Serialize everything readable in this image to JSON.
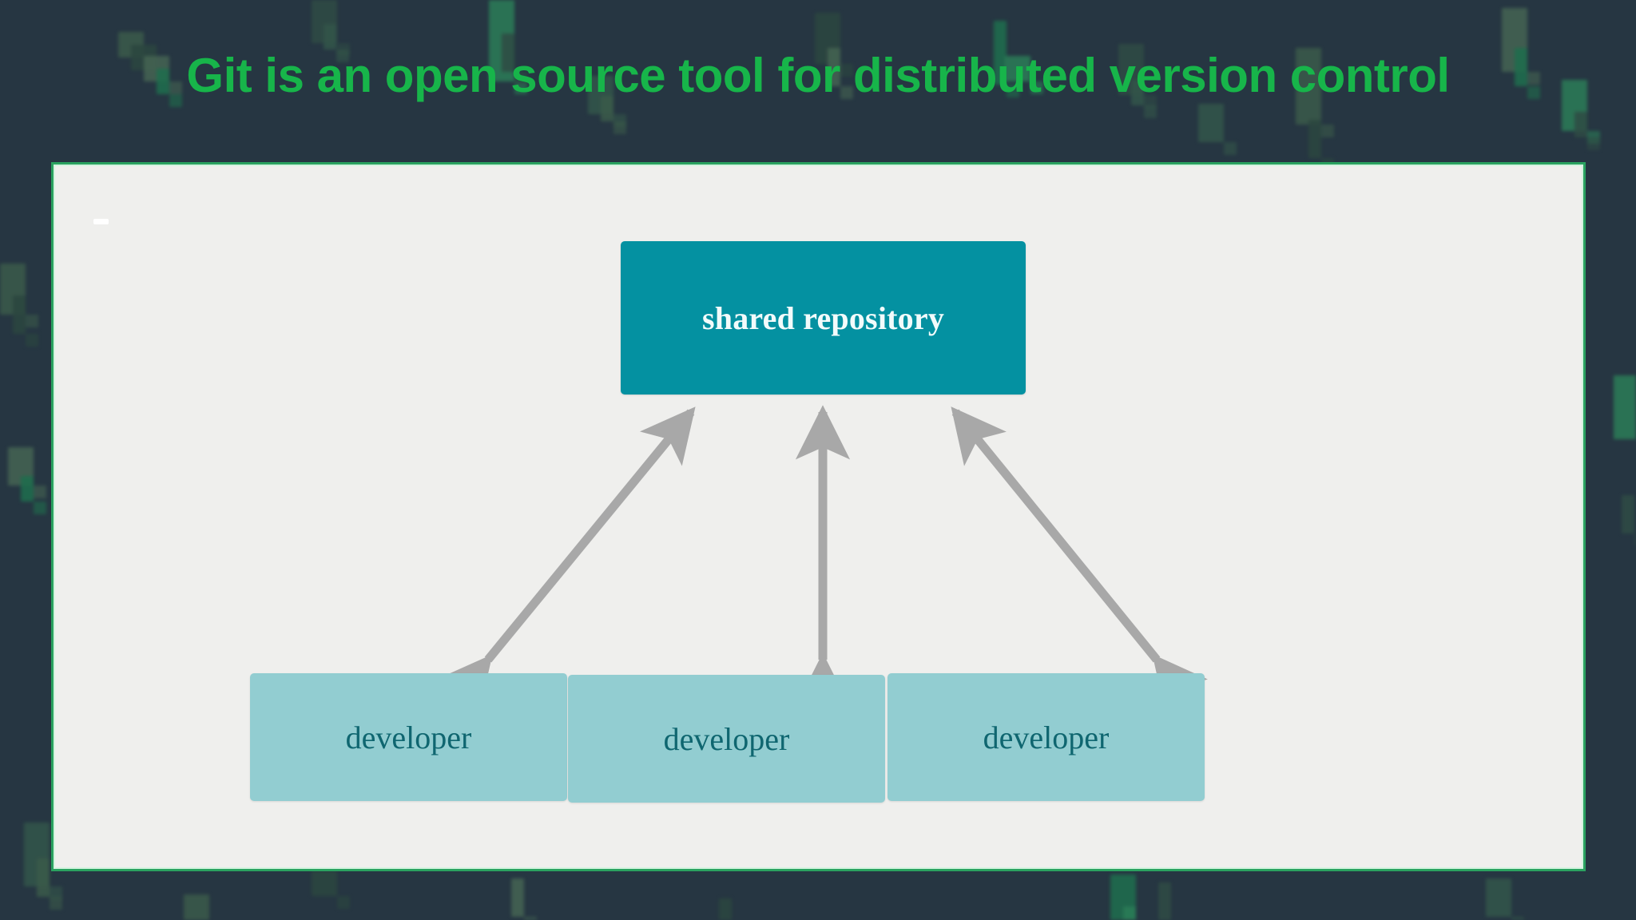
{
  "slide": {
    "title": "Git is an open source tool for distributed version control",
    "background_color": "#263642",
    "title_color": "#17b54a"
  },
  "panel": {
    "background_color": "#efefed",
    "border_color": "#2aa260",
    "mark": ""
  },
  "diagram": {
    "type": "node-arrow-diagram",
    "nodes": [
      {
        "id": "shared-repository",
        "label": "shared repository",
        "role": "server",
        "fill": "#0491a1",
        "text_color": "#f2fbfb"
      },
      {
        "id": "developer-1",
        "label": "developer",
        "role": "client",
        "fill": "#92cdd1",
        "text_color": "#0f6670"
      },
      {
        "id": "developer-2",
        "label": "developer",
        "role": "client",
        "fill": "#92cdd1",
        "text_color": "#0f6670"
      },
      {
        "id": "developer-3",
        "label": "developer",
        "role": "client",
        "fill": "#92cdd1",
        "text_color": "#0f6670"
      }
    ],
    "edges": [
      {
        "id": "edge-repo-dev1",
        "from": "shared-repository",
        "to": "developer-1",
        "style": "double-headed-arrow",
        "color": "#a8a8a8"
      },
      {
        "id": "edge-repo-dev2",
        "from": "shared-repository",
        "to": "developer-2",
        "style": "double-headed-arrow",
        "color": "#a8a8a8"
      },
      {
        "id": "edge-repo-dev3",
        "from": "shared-repository",
        "to": "developer-3",
        "style": "double-headed-arrow",
        "color": "#a8a8a8"
      }
    ]
  }
}
